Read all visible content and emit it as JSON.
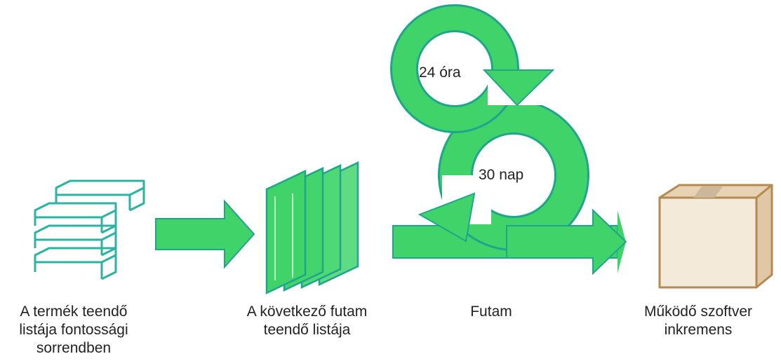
{
  "colors": {
    "accent_green": "#3fd36a",
    "green_outline": "#1fa58c",
    "teal": "#2bb3a3",
    "box_fill": "#e7d2b5",
    "box_stroke": "#b58a50",
    "tape": "#cdb79a",
    "text": "#222222"
  },
  "stages": [
    {
      "lines": [
        "A termék teendő",
        "listája fontossági",
        "sorrendben"
      ],
      "icon": "stacked-layers-icon"
    },
    {
      "lines": [
        "A következő futam",
        "teendő listája"
      ],
      "icon": "stacked-panels-icon"
    },
    {
      "lines": [
        "Futam"
      ],
      "icon": "cycle-arrows-icon"
    },
    {
      "lines": [
        "Működő szoftver",
        "inkremens"
      ],
      "icon": "cardboard-box-icon"
    }
  ],
  "loops": {
    "daily": "24 óra",
    "sprint": "30 nap"
  }
}
